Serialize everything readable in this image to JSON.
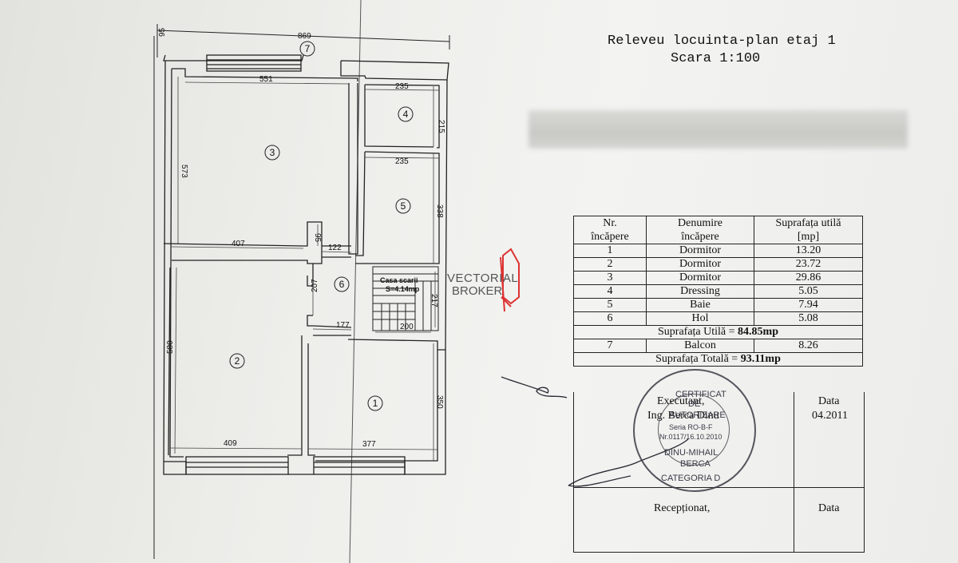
{
  "title": {
    "line1": "Releveu locuinta-plan etaj 1",
    "line2": "Scara 1:100"
  },
  "plan": {
    "dimensions": {
      "d869": "869",
      "d95": "95",
      "d551": "551",
      "d235a": "235",
      "d215": "215",
      "d235b": "235",
      "d338": "338",
      "d573": "573",
      "d407": "407",
      "d95b": "95",
      "d122": "122",
      "d207": "207",
      "d177": "177",
      "d200": "200",
      "d217": "217",
      "d580": "580",
      "d350": "350",
      "d409": "409",
      "d377": "377"
    },
    "room_markers": [
      "1",
      "2",
      "3",
      "4",
      "5",
      "6",
      "7"
    ],
    "stair_label_1": "Casa scarii",
    "stair_label_2": "S=4.14mp"
  },
  "watermark": {
    "line1": "VECTORIAL",
    "line2": "BROKER"
  },
  "table": {
    "headers": {
      "nr_1": "Nr.",
      "nr_2": "încăpere",
      "den_1": "Denumire",
      "den_2": "încăpere",
      "sup_1": "Suprafața utilă",
      "sup_2": "[mp]"
    },
    "rows": [
      {
        "nr": "1",
        "name": "Dormitor",
        "area": "13.20"
      },
      {
        "nr": "2",
        "name": "Dormitor",
        "area": "23.72"
      },
      {
        "nr": "3",
        "name": "Dormitor",
        "area": "29.86"
      },
      {
        "nr": "4",
        "name": "Dressing",
        "area": "5.05"
      },
      {
        "nr": "5",
        "name": "Baie",
        "area": "7.94"
      },
      {
        "nr": "6",
        "name": "Hol",
        "area": "5.08"
      }
    ],
    "useful_label": "Suprafața Utilă = ",
    "useful_value": "84.85mp",
    "balcony": {
      "nr": "7",
      "name": "Balcon",
      "area": "8.26"
    },
    "total_label": "Suprafața Totală = ",
    "total_value": "93.11mp"
  },
  "signature": {
    "executant": "Executant,",
    "engineer": "Ing. Berca Dinu",
    "data_label": "Data",
    "date": "04.2011",
    "receptionat": "Recepționat,",
    "data_label2": "Data"
  },
  "stamp": {
    "line1": "CERTIFICAT",
    "line2": "DE",
    "line3": "AUTORIZARE",
    "series": "Seria RO-B-F",
    "number": "Nr.0117/16.10.2010",
    "name1": "DINU-MIHAIL",
    "name2": "BERCA",
    "category": "CATEGORIA D"
  }
}
